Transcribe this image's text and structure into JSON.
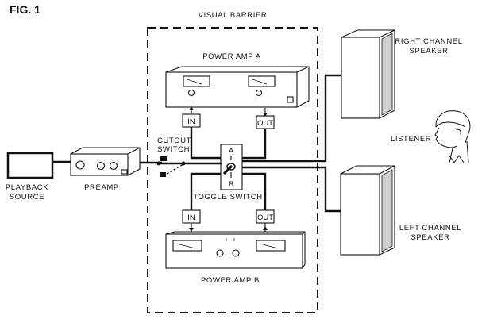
{
  "figure": {
    "label": "FIG. 1",
    "barrier_label": "VISUAL BARRIER"
  },
  "components": {
    "playback_source": {
      "line1": "PLAYBACK",
      "line2": "SOURCE"
    },
    "preamp": {
      "label": "PREAMP"
    },
    "cutout_switch": {
      "line1": "CUTOUT",
      "line2": "SWITCH"
    },
    "power_amp_a": {
      "label": "POWER AMP A",
      "in": "IN",
      "out": "OUT"
    },
    "power_amp_b": {
      "label": "POWER AMP B",
      "in": "IN",
      "out": "OUT"
    },
    "toggle_switch": {
      "label": "TOGGLE SWITCH",
      "pos_a": "A",
      "pos_b": "B"
    },
    "right_speaker": {
      "line1": "RIGHT CHANNEL",
      "line2": "SPEAKER"
    },
    "left_speaker": {
      "line1": "LEFT CHANNEL",
      "line2": "SPEAKER"
    },
    "listener": {
      "label": "LISTENER"
    }
  }
}
